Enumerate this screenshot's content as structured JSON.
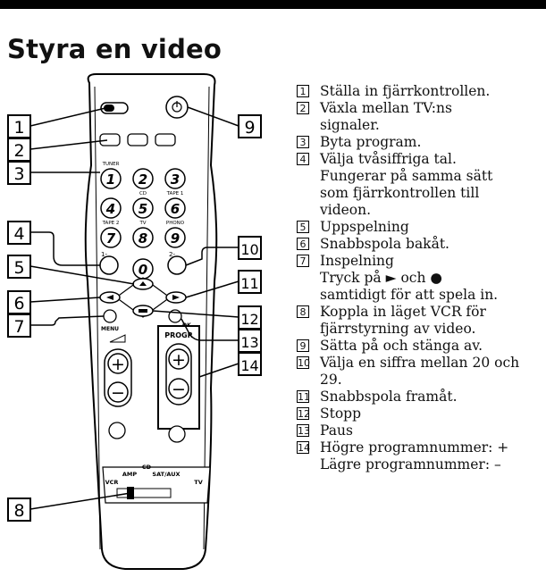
{
  "title": "Styra en video",
  "callout_numbers": [
    "1",
    "2",
    "3",
    "4",
    "5",
    "6",
    "7",
    "8",
    "9",
    "10",
    "11",
    "12",
    "13",
    "14"
  ],
  "remote_labels": {
    "tuner": "TUNER",
    "cd": "CD",
    "tape1": "TAPE 1",
    "tape2": "TAPE 2",
    "tv": "TV",
    "phono": "PHONO",
    "menu": "MENU",
    "ok": "OK",
    "progr": "PROGR",
    "amp": "AMP",
    "cd_sel": "CD",
    "sat_aux": "SAT/AUX",
    "vcr": "VCR",
    "tv_sel": "TV",
    "digits": [
      "1",
      "2",
      "3",
      "4",
      "5",
      "6",
      "7",
      "8",
      "9",
      "0"
    ],
    "one_dash": "1-",
    "two_dash": "2-",
    "plus": "+",
    "minus": "−"
  },
  "items": [
    {
      "num": "1",
      "lines": [
        "Ställa in fjärrkontrollen."
      ]
    },
    {
      "num": "2",
      "lines": [
        "Växla mellan TV:ns",
        "signaler."
      ]
    },
    {
      "num": "3",
      "lines": [
        "Byta program."
      ]
    },
    {
      "num": "4",
      "lines": [
        "Välja tvåsiffriga tal.",
        "Fungerar på samma sätt",
        "som fjärrkontrollen till",
        "videon."
      ]
    },
    {
      "num": "5",
      "lines": [
        "Uppspelning"
      ]
    },
    {
      "num": "6",
      "lines": [
        "Snabbspola bakåt."
      ]
    },
    {
      "num": "7",
      "lines": [
        "Inspelning",
        "Tryck på ► och ●",
        "samtidigt för att spela in."
      ]
    },
    {
      "num": "8",
      "lines": [
        "Koppla in läget VCR för",
        "fjärrstyrning av video."
      ]
    },
    {
      "num": "9",
      "lines": [
        "Sätta på och stänga av."
      ]
    },
    {
      "num": "10",
      "lines": [
        "Välja en siffra mellan 20 och",
        "29."
      ]
    },
    {
      "num": "11",
      "lines": [
        "Snabbspola framåt."
      ]
    },
    {
      "num": "12",
      "lines": [
        "Stopp"
      ]
    },
    {
      "num": "13",
      "lines": [
        "Paus"
      ]
    },
    {
      "num": "14",
      "lines": [
        "Högre programnummer: +",
        "Lägre programnummer: –"
      ]
    }
  ]
}
